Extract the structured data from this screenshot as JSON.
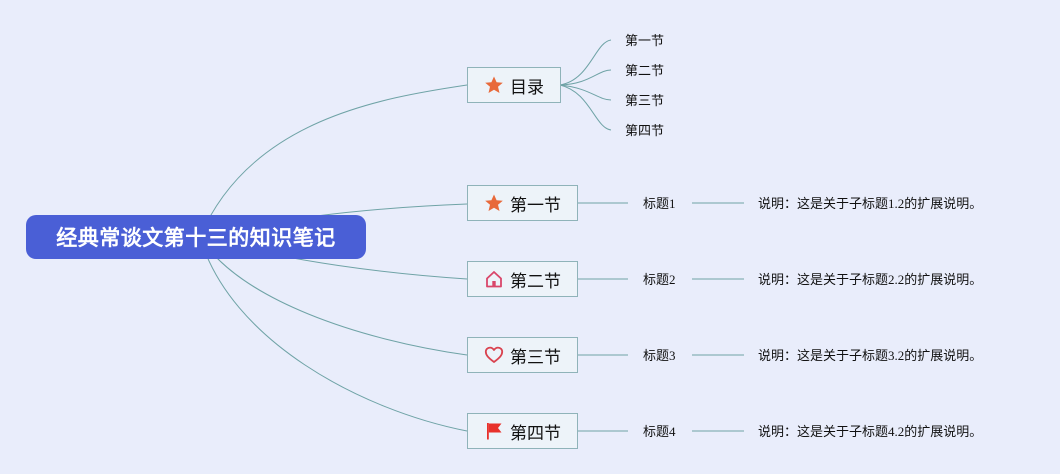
{
  "root": {
    "title": "经典常谈文第十三的知识笔记"
  },
  "toc": {
    "label": "目录",
    "icon": "star-icon",
    "items": [
      "第一节",
      "第二节",
      "第三节",
      "第四节"
    ]
  },
  "sections": [
    {
      "label": "第一节",
      "icon": "star-icon",
      "subtitle": "标题1",
      "note": "说明：这是关于子标题1.2的扩展说明。"
    },
    {
      "label": "第二节",
      "icon": "home-icon",
      "subtitle": "标题2",
      "note": "说明：这是关于子标题2.2的扩展说明。"
    },
    {
      "label": "第三节",
      "icon": "heart-icon",
      "subtitle": "标题3",
      "note": "说明：这是关于子标题3.2的扩展说明。"
    },
    {
      "label": "第四节",
      "icon": "flag-icon",
      "subtitle": "标题4",
      "note": "说明：这是关于子标题4.2的扩展说明。"
    }
  ],
  "colors": {
    "background": "#e9edfb",
    "root": "#4a5fd6",
    "connector": "#6fa3a6",
    "box_border": "#8fb3b9",
    "star": "#e8693a",
    "home": "#d9466a",
    "heart": "#d9424f",
    "flag": "#e8312b"
  }
}
